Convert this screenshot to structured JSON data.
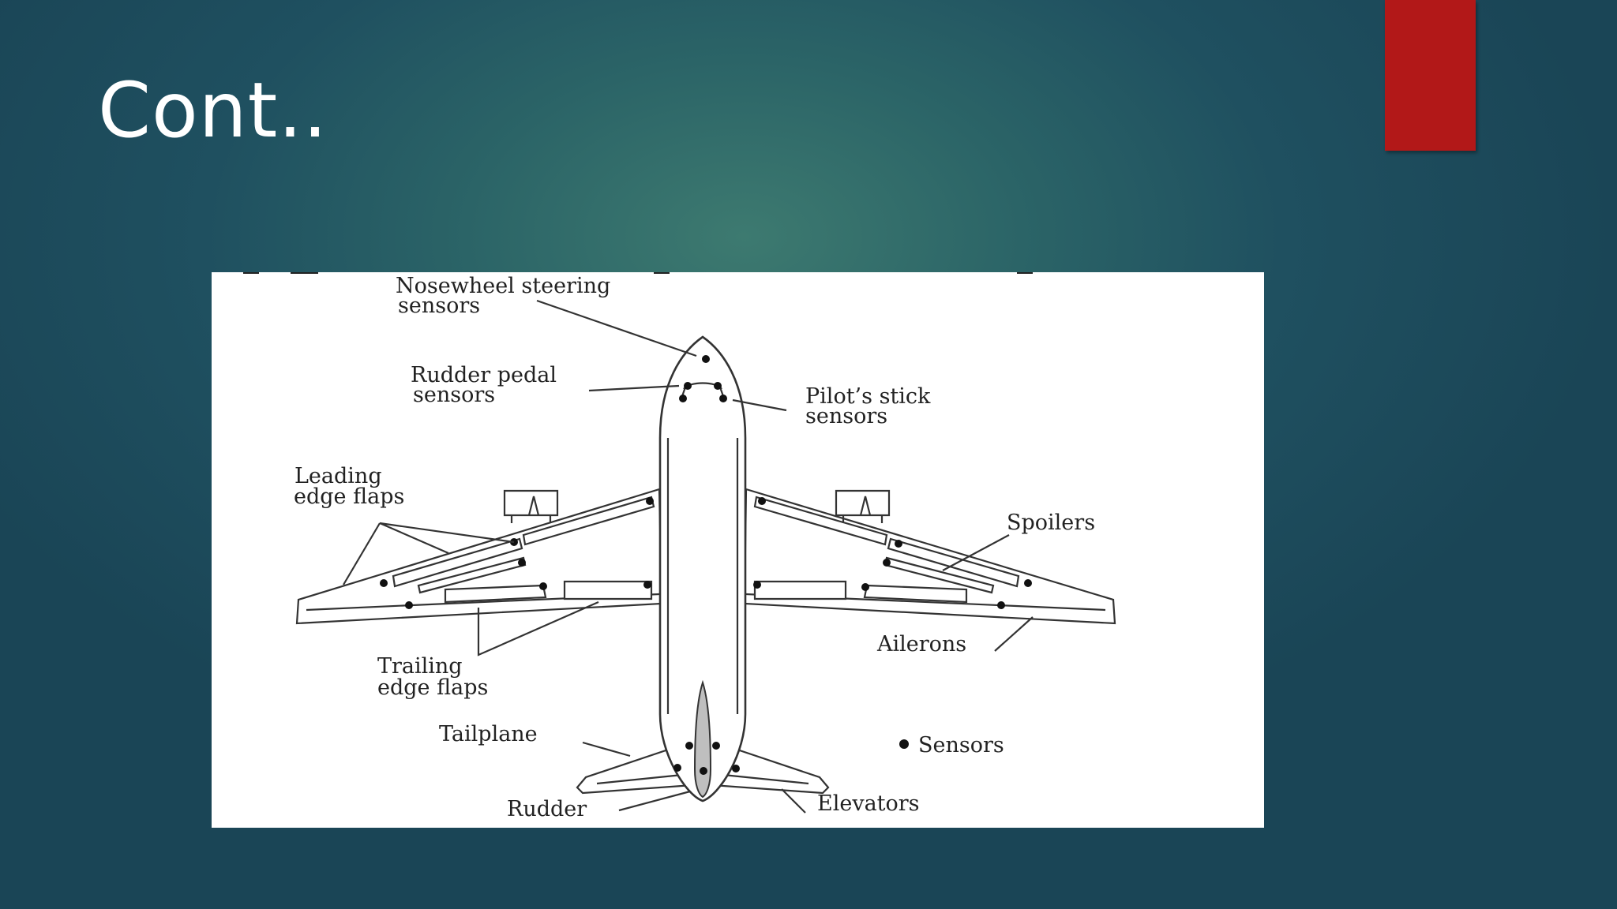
{
  "slide": {
    "title": "Cont..",
    "accent_color": "#b21818"
  },
  "diagram": {
    "labels": {
      "nosewheel_line1": "Nosewheel steering",
      "nosewheel_line2": "sensors",
      "rudder_pedal_line1": "Rudder pedal",
      "rudder_pedal_line2": "sensors",
      "pilot_stick_line1": "Pilot’s stick",
      "pilot_stick_line2": "sensors",
      "leading_edge_line1": "Leading",
      "leading_edge_line2": "edge flaps",
      "spoilers": "Spoilers",
      "ailerons": "Ailerons",
      "trailing_edge_line1": "Trailing",
      "trailing_edge_line2": "edge flaps",
      "tailplane": "Tailplane",
      "sensors_legend": "Sensors",
      "rudder": "Rudder",
      "elevators": "Elevators"
    }
  }
}
